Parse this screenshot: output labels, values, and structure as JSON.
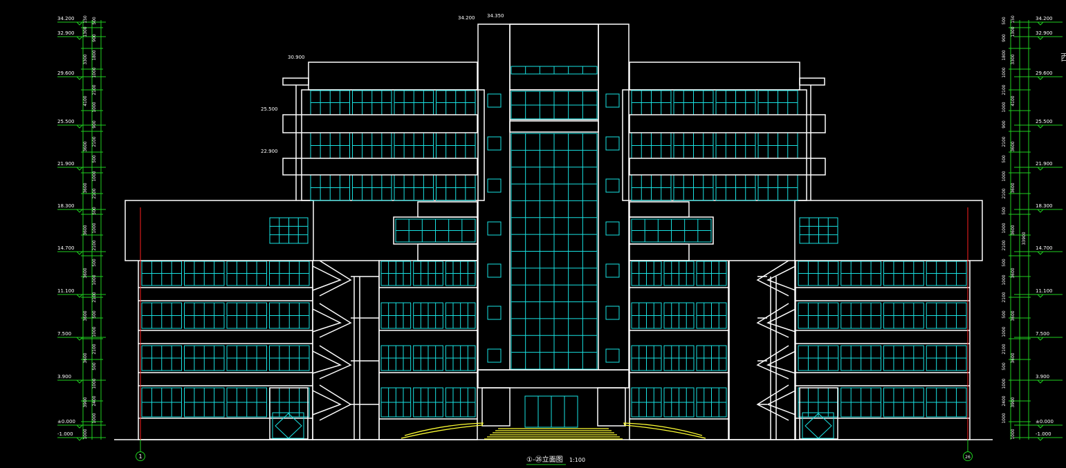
{
  "drawing": {
    "title": "①-㉖立面图",
    "scale": "1:100",
    "axis_left": "1",
    "axis_right": "26",
    "edge_glyph": "西",
    "colors": {
      "background": "#000000",
      "outline": "#ffffff",
      "glazing": "#19e3e3",
      "dimension": "#1fd11f",
      "steps": "#ffff33",
      "axis_line": "#ff2020"
    },
    "top_marks": [
      "34.200",
      "34.350",
      "30.900",
      "25.500",
      "22.900"
    ],
    "elevations_left": [
      "34.200",
      "32.900",
      "29.600",
      "25.500",
      "21.900",
      "18.300",
      "14.700",
      "11.100",
      "7.500",
      "3.900",
      "±0.000",
      "-1.000"
    ],
    "elevations_right": [
      "34.200",
      "32.900",
      "29.600",
      "25.500",
      "21.900",
      "18.300",
      "14.700",
      "11.100",
      "7.500",
      "3.900",
      "±0.000",
      "-1.000"
    ],
    "dims_inner": [
      "150",
      "1300",
      "3300",
      "4100",
      "3600",
      "3600",
      "3600",
      "3600",
      "3600",
      "3600",
      "3900",
      "1000"
    ],
    "dims_outer": [
      "500",
      "900",
      "1800",
      "1000",
      "2100",
      "1000",
      "900",
      "2100",
      "500",
      "1000",
      "2100",
      "500",
      "1000",
      "2100",
      "500",
      "1000",
      "2100",
      "500",
      "1000",
      "2100",
      "500",
      "1000",
      "2400",
      "1000"
    ],
    "dim_total": "33900"
  }
}
